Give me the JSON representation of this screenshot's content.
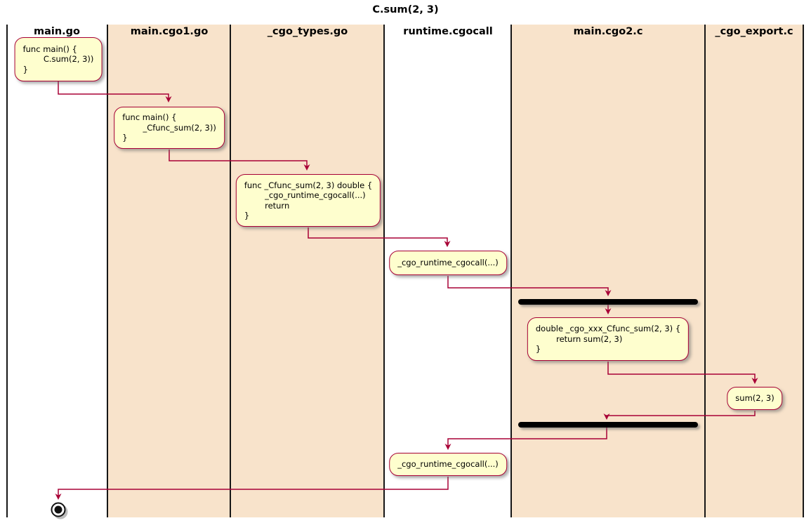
{
  "title": "C.sum(2, 3)",
  "lanes": [
    {
      "label": "main.go",
      "bg": "#FFFFFF"
    },
    {
      "label": "main.cgo1.go",
      "bg": "#F8E3CB"
    },
    {
      "label": "_cgo_types.go",
      "bg": "#F8E3CB"
    },
    {
      "label": "runtime.cgocall",
      "bg": "#FFFFFF"
    },
    {
      "label": "main.cgo2.c",
      "bg": "#F8E3CB"
    },
    {
      "label": "_cgo_export.c",
      "bg": "#F8E3CB"
    }
  ],
  "nodes": {
    "main_go_func": {
      "text": "func main() {\n        C.sum(2, 3))\n}"
    },
    "cgo1_func": {
      "text": "func main() {\n        _Cfunc_sum(2, 3))\n}"
    },
    "cgo_types_func": {
      "text": "func _Cfunc_sum(2, 3) double {\n        _cgo_runtime_cgocall(...)\n        return\n}"
    },
    "runtime_cgocall_enter": {
      "text": "_cgo_runtime_cgocall(...)"
    },
    "cgo2_func": {
      "text": "double _cgo_xxx_Cfunc_sum(2, 3) {\n        return sum(2, 3)\n}"
    },
    "export_sum": {
      "text": "sum(2, 3)"
    },
    "runtime_cgocall_return": {
      "text": "_cgo_runtime_cgocall(...)"
    }
  },
  "colors": {
    "node_fill": "#FEFECE",
    "node_border": "#A80036",
    "arrow": "#A80036",
    "lane_peach": "#F8E3CB",
    "lane_border": "#161616",
    "sync_bar": "#000000",
    "title_text": "#000000"
  }
}
